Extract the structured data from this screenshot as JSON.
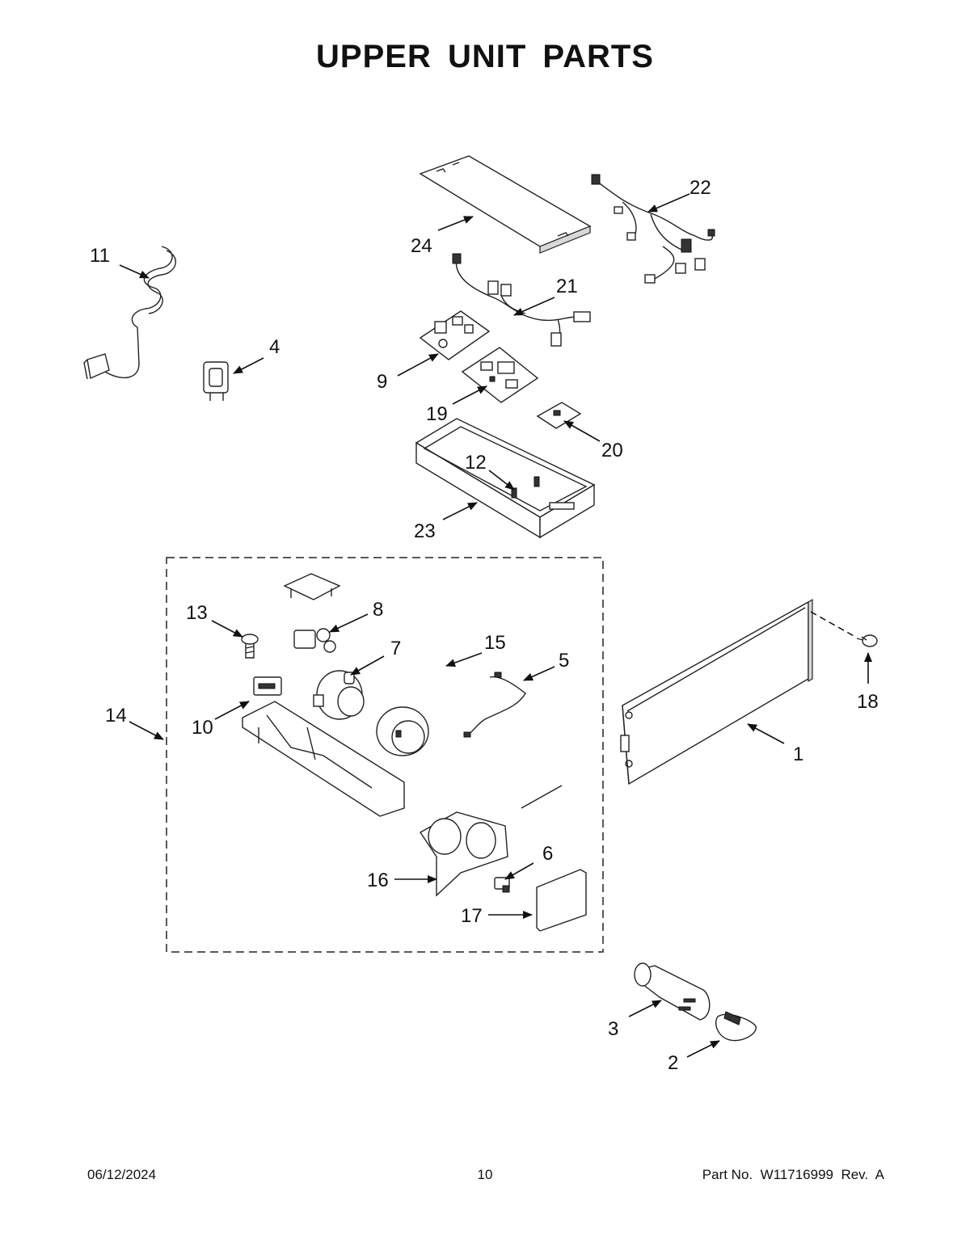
{
  "title": "UPPER UNIT PARTS",
  "callouts": [
    "1",
    "2",
    "3",
    "4",
    "5",
    "6",
    "7",
    "8",
    "9",
    "10",
    "11",
    "12",
    "13",
    "14",
    "15",
    "16",
    "17",
    "18",
    "19",
    "20",
    "21",
    "22",
    "23",
    "24"
  ],
  "footer": {
    "date": "06/12/2024",
    "page": "10",
    "part": "Part No.  W11716999  Rev.  A"
  }
}
